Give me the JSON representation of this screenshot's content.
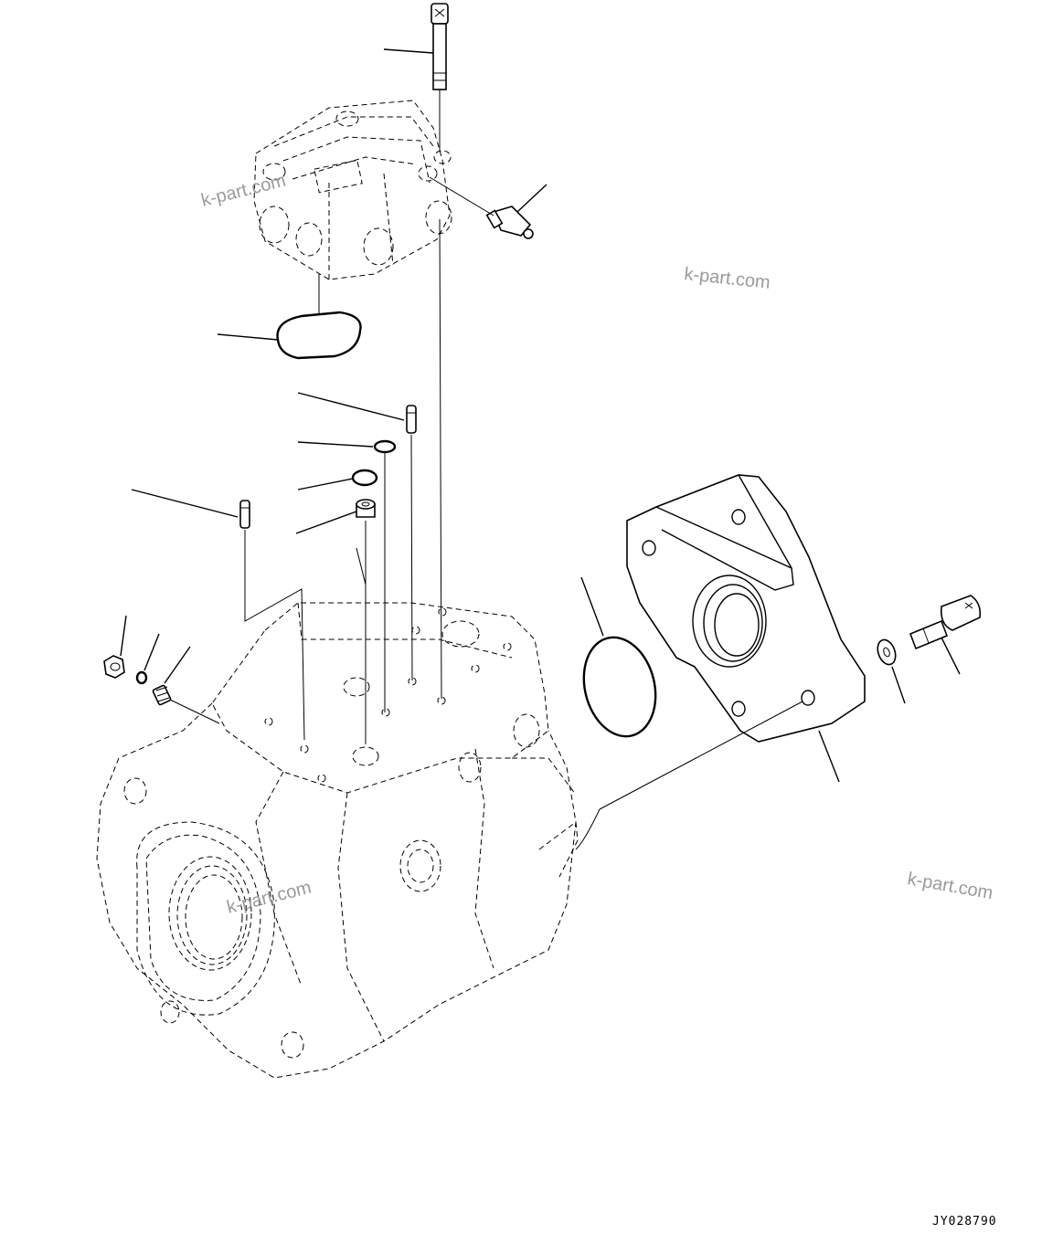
{
  "watermarks": [
    "k-part.com",
    "k-part.com",
    "k-part.com",
    "k-part.com"
  ],
  "drawing_code": "JY028790",
  "line_color": "#000000",
  "watermark_color": "#9a9a9a",
  "background": "#ffffff"
}
